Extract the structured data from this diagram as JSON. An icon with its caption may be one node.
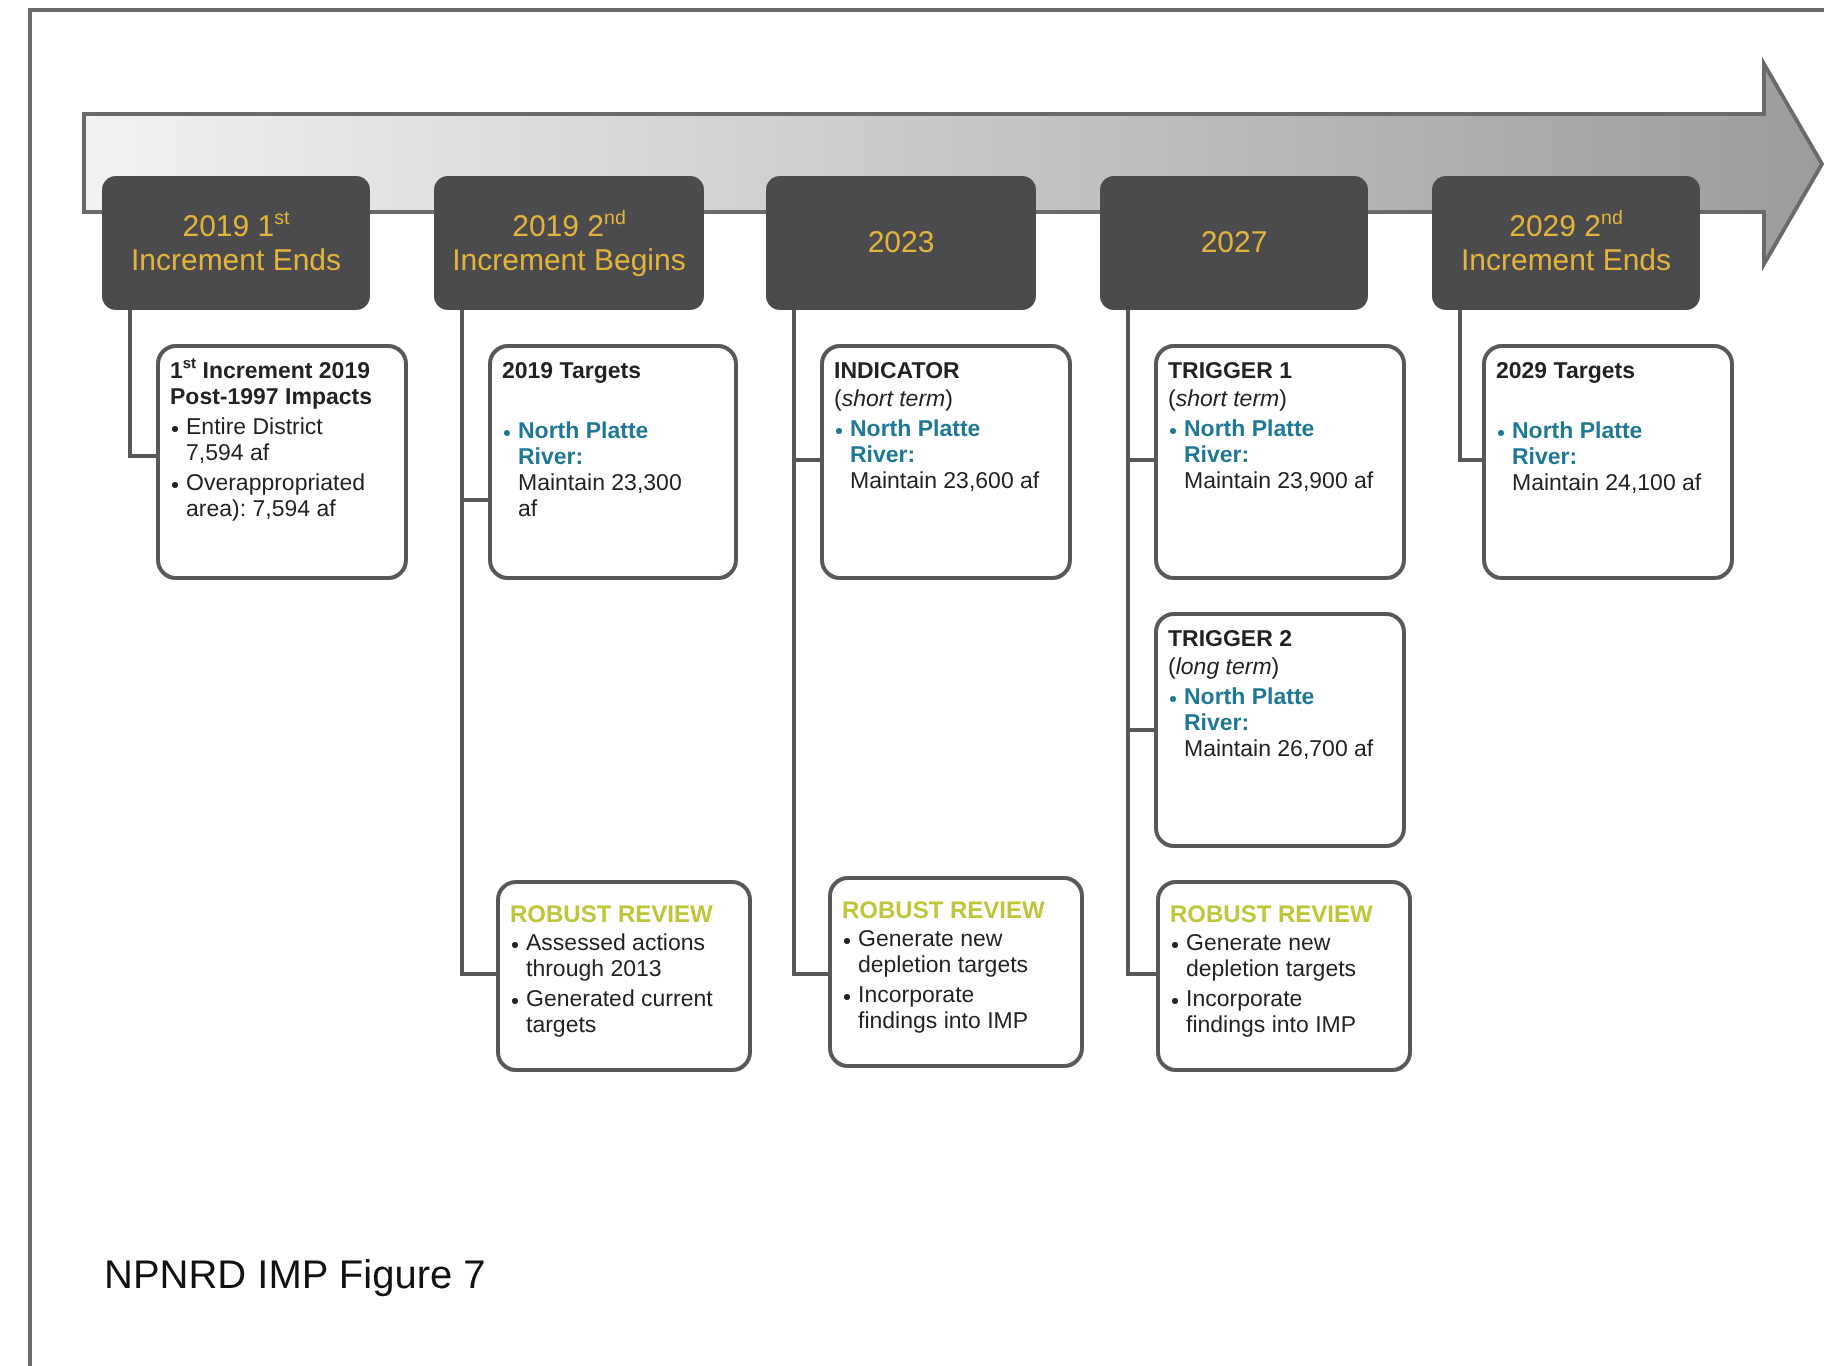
{
  "diagram": {
    "caption": "NPNRD IMP Figure 7",
    "nodes": [
      {
        "text": [
          "2019 1$^{st}$ Increment Ends"
        ]
      },
      {
        "text": [
          "2019 2$^{nd}$ Increment Begins"
        ]
      },
      {
        "text": [
          "2023"
        ]
      },
      {
        "text": [
          "2027"
        ]
      },
      {
        "text": [
          "2029 2$^{nd}$ Increment Ends"
        ]
      },
      {
        "text": [
          "1$^{st}$ Increment 2019 Post-1997 Impacts",
          "Entire District 7,594 af",
          "Overappropriated area): 7,594 af"
        ]
      },
      {
        "text": [
          "2019 Targets",
          "North Platte River:",
          "Maintain 23,300 af"
        ]
      },
      {
        "text": [
          "ROBUST REVIEW",
          "Assessed actions through 2013",
          "Generated current targets"
        ]
      },
      {
        "text": [
          "INDICATOR",
          "(*short term*)",
          "North Platte River:",
          "Maintain 23,600 af"
        ]
      },
      {
        "text": [
          "ROBUST REVIEW",
          "Generate new depletion targets",
          "Incorporate findings into IMP"
        ]
      },
      {
        "text": [
          "TRIGGER 1",
          "(*short term*)",
          "North Platte River:",
          "Maintain 23,900 af"
        ]
      },
      {
        "text": [
          "TRIGGER 2",
          "(*long term*)",
          "North Platte River:",
          "Maintain 26,700 af"
        ]
      },
      {
        "text": [
          "ROBUST REVIEW",
          "Generate new depletion targets",
          "Incorporate findings into IMP"
        ]
      },
      {
        "text": [
          "2029 Targets",
          "North Platte River:",
          "Maintain 24,100 af"
        ]
      }
    ],
    "edges": [
      {
        "from": 0,
        "to": 5,
        "arrow": "none"
      },
      {
        "from": 1,
        "to": 6,
        "arrow": "none"
      },
      {
        "from": 1,
        "to": 7,
        "arrow": "none"
      },
      {
        "from": 2,
        "to": 8,
        "arrow": "none"
      },
      {
        "from": 2,
        "to": 9,
        "arrow": "none"
      },
      {
        "from": 3,
        "to": 10,
        "arrow": "none"
      },
      {
        "from": 3,
        "to": 11,
        "arrow": "none"
      },
      {
        "from": 3,
        "to": 12,
        "arrow": "none"
      },
      {
        "from": 4,
        "to": 13,
        "arrow": "none"
      }
    ]
  }
}
